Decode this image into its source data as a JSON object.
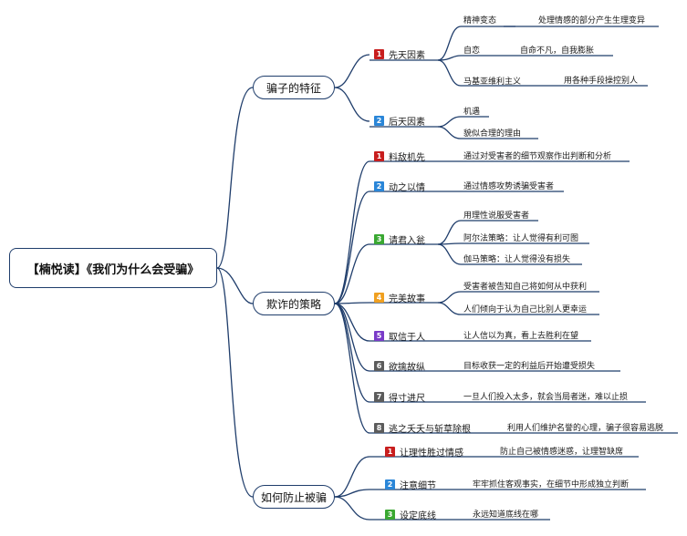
{
  "root": {
    "title": "【楠悦读】《我们为什么会受骗》"
  },
  "branches": [
    {
      "label": "骗子的特征",
      "children": [
        {
          "num": "1",
          "label": "先天因素",
          "color": "#c81e1e",
          "leaves": [
            {
              "text": "精神变态",
              "detail": "处理情感的部分产生生理变异"
            },
            {
              "text": "自恋",
              "detail": "自命不凡，自我膨胀"
            },
            {
              "text": "马基亚维利主义",
              "detail": "用各种手段操控别人"
            }
          ]
        },
        {
          "num": "2",
          "label": "后天因素",
          "color": "#2a86d8",
          "leaves": [
            {
              "text": "机遇"
            },
            {
              "text": "貌似合理的理由"
            }
          ]
        }
      ]
    },
    {
      "label": "欺诈的策略",
      "children": [
        {
          "num": "1",
          "label": "料敌机先",
          "color": "#c81e1e",
          "leaves": [
            {
              "text": "通过对受害者的细节观察作出判断和分析"
            }
          ]
        },
        {
          "num": "2",
          "label": "动之以情",
          "color": "#2a86d8",
          "leaves": [
            {
              "text": "通过情感攻势诱骗受害者"
            }
          ]
        },
        {
          "num": "3",
          "label": "请君入瓮",
          "color": "#3aa832",
          "leaves": [
            {
              "text": "用理性说服受害者"
            },
            {
              "text": "阿尔法策略：让人觉得有利可图"
            },
            {
              "text": "伽马策略：让人觉得没有损失"
            }
          ]
        },
        {
          "num": "4",
          "label": "完美故事",
          "color": "#f0a020",
          "leaves": [
            {
              "text": "受害者被告知自己将如何从中获利"
            },
            {
              "text": "人们倾向于认为自己比别人更幸运"
            }
          ]
        },
        {
          "num": "5",
          "label": "取信于人",
          "color": "#7a3bc8",
          "leaves": [
            {
              "text": "让人信以为真，看上去胜利在望"
            }
          ]
        },
        {
          "num": "6",
          "label": "欲擒故纵",
          "color": "#5c5c5c",
          "leaves": [
            {
              "text": "目标收获一定的利益后开始遭受损失"
            }
          ]
        },
        {
          "num": "7",
          "label": "得寸进尺",
          "color": "#5c5c5c",
          "leaves": [
            {
              "text": "一旦人们投入太多，就会当局者迷，难以止损"
            }
          ]
        },
        {
          "num": "8",
          "label": "逃之夭夭与斩草除根",
          "color": "#5c5c5c",
          "leaves": [
            {
              "text": "利用人们维护名誉的心理，骗子很容易逃脱"
            }
          ]
        }
      ]
    },
    {
      "label": "如何防止被骗",
      "children": [
        {
          "num": "1",
          "label": "让理性胜过情感",
          "color": "#c81e1e",
          "leaves": [
            {
              "text": "防止自己被情感迷惑，让理智缺席"
            }
          ]
        },
        {
          "num": "2",
          "label": "注意细节",
          "color": "#2a86d8",
          "leaves": [
            {
              "text": "牢牢抓住客观事实，在细节中形成独立判断"
            }
          ]
        },
        {
          "num": "3",
          "label": "设定底线",
          "color": "#3aa832",
          "leaves": [
            {
              "text": "永远知道底线在哪"
            }
          ]
        }
      ]
    }
  ]
}
